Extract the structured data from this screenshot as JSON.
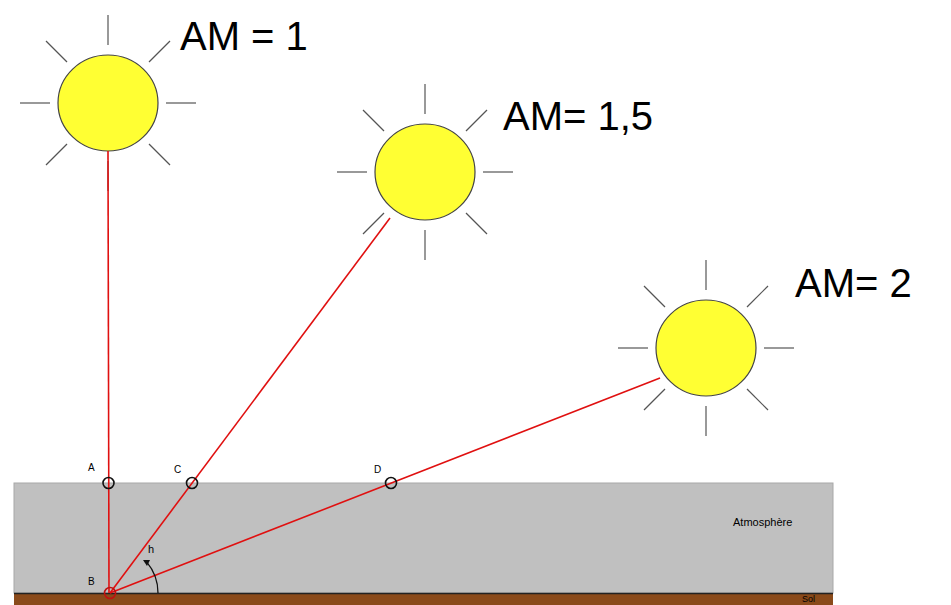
{
  "diagram": {
    "nodes": [
      {
        "text": [
          "Atmosphère"
        ]
      },
      {
        "text": [
          "Sol"
        ]
      }
    ],
    "labels": [
      "AM = 1",
      "AM= 1,5",
      "AM= 2",
      "A",
      "C",
      "D",
      "B",
      "h"
    ]
  }
}
